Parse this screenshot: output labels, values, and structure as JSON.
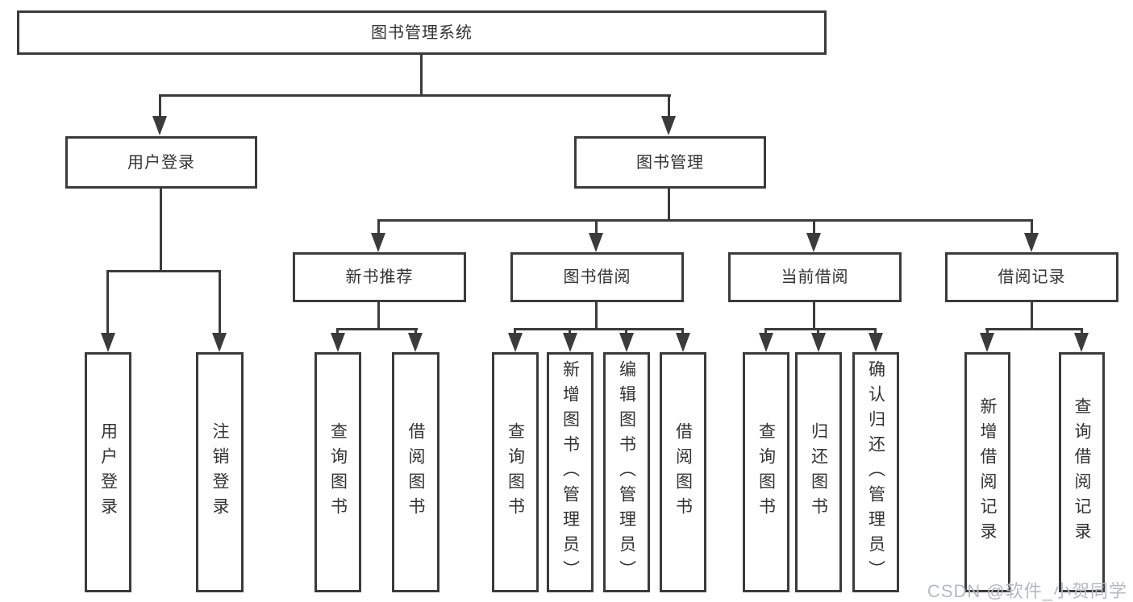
{
  "diagram": {
    "root": {
      "label": "图书管理系统"
    },
    "branches": [
      {
        "label": "用户登录",
        "children": [
          {
            "label": "用户登录"
          },
          {
            "label": "注销登录"
          }
        ]
      },
      {
        "label": "图书管理",
        "sections": [
          {
            "label": "新书推荐",
            "children": [
              {
                "label": "查询图书"
              },
              {
                "label": "借阅图书"
              }
            ]
          },
          {
            "label": "图书借阅",
            "children": [
              {
                "label": "查询图书"
              },
              {
                "label": "新增图书（管理员）"
              },
              {
                "label": "编辑图书（管理员）"
              },
              {
                "label": "借阅图书"
              }
            ]
          },
          {
            "label": "当前借阅",
            "children": [
              {
                "label": "查询图书"
              },
              {
                "label": "归还图书"
              },
              {
                "label": "确认归还（管理员）"
              }
            ]
          },
          {
            "label": "借阅记录",
            "children": [
              {
                "label": "新增借阅记录"
              },
              {
                "label": "查询借阅记录"
              }
            ]
          }
        ]
      }
    ]
  },
  "watermark": {
    "text": "CSDN @软件_小贺同学"
  },
  "colors": {
    "line": "#3b3b3b",
    "text": "#333333",
    "background": "#ffffff",
    "watermark": "#b5b9c0"
  }
}
